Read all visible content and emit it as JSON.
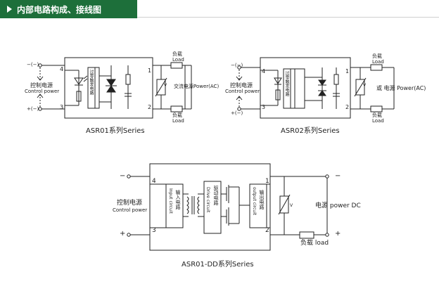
{
  "header": {
    "title": "内部电路构成、接线图"
  },
  "asr01": {
    "minus_terminal": "−(−)",
    "plus_terminal": "+(−)",
    "control_cn": "控制电源",
    "control_en": "Control power",
    "pin1": "1",
    "pin2": "2",
    "pin3": "3",
    "pin4": "4",
    "load_top_cn": "负载",
    "load_top_en": "Load",
    "load_bottom_cn": "负载",
    "load_bottom_en": "Load",
    "vr": "V",
    "ac_label": "交流电源Power(AC)",
    "module_text": "过零触发电路",
    "caption": "ASR01系列Series"
  },
  "asr02": {
    "minus_terminal": "−(−)",
    "plus_terminal": "+(−)",
    "control_cn": "控制电源",
    "control_en": "Control power",
    "pin1": "1",
    "pin2": "2",
    "pin3": "3",
    "pin4": "4",
    "load_top_cn": "负载",
    "load_top_en": "Load",
    "load_bottom_cn": "负载",
    "load_bottom_en": "Load",
    "vr": "V",
    "ac_label": "或 电源 Power(AC)",
    "module_text": "过零触发电路",
    "caption": "ASR02系列Series"
  },
  "asr01dd": {
    "minus_terminal": "−",
    "plus_terminal": "+",
    "control_cn": "控制电源",
    "control_en": "Control power",
    "pin1": "1",
    "pin2": "2",
    "pin3": "3",
    "pin4": "4",
    "input_cn": "输入电路",
    "input_en": "Input circuit",
    "drive_cn": "驱动电路",
    "drive_en": "Drive circuit",
    "output_cn": "输出电路",
    "output_en": "output circuit",
    "vr": "V",
    "power_label": "电源 power DC",
    "out_minus": "−",
    "out_plus": "+",
    "load_label": "负载 load",
    "caption": "ASR01-DD系列Series"
  }
}
